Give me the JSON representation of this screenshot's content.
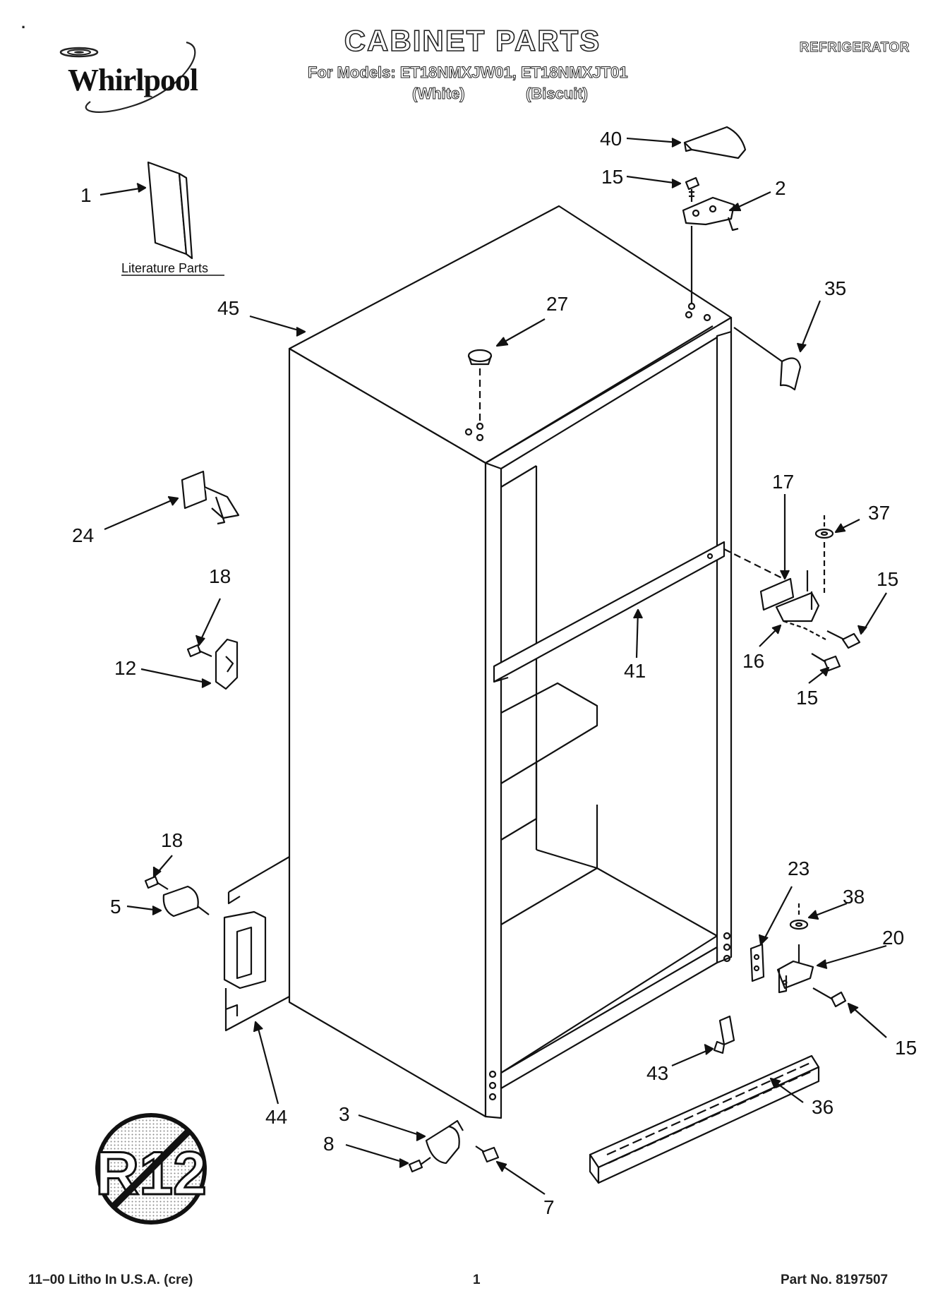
{
  "header": {
    "brand": "Whirlpool",
    "title": "CABINET PARTS",
    "models_line": "For Models: ET18NMXJW01, ET18NMXJT01",
    "color_white": "(White)",
    "color_biscuit": "(Biscuit)",
    "category": "REFRIGERATOR"
  },
  "literature_label": "Literature Parts",
  "callouts": {
    "c40": "40",
    "c15a": "15",
    "c2": "2",
    "c1": "1",
    "c35": "35",
    "c45": "45",
    "c27": "27",
    "c17": "17",
    "c37": "37",
    "c24": "24",
    "c15b": "15",
    "c18a": "18",
    "c41": "41",
    "c16": "16",
    "c12": "12",
    "c15c": "15",
    "c18b": "18",
    "c23": "23",
    "c38": "38",
    "c5": "5",
    "c20": "20",
    "c15d": "15",
    "c43": "43",
    "c36": "36",
    "c44": "44",
    "c3": "3",
    "c8": "8",
    "c7": "7"
  },
  "badge_text": "R12",
  "footer": {
    "litho": "11–00 Litho In U.S.A. (cre)",
    "page": "1",
    "part_no": "Part No. 8197507"
  }
}
